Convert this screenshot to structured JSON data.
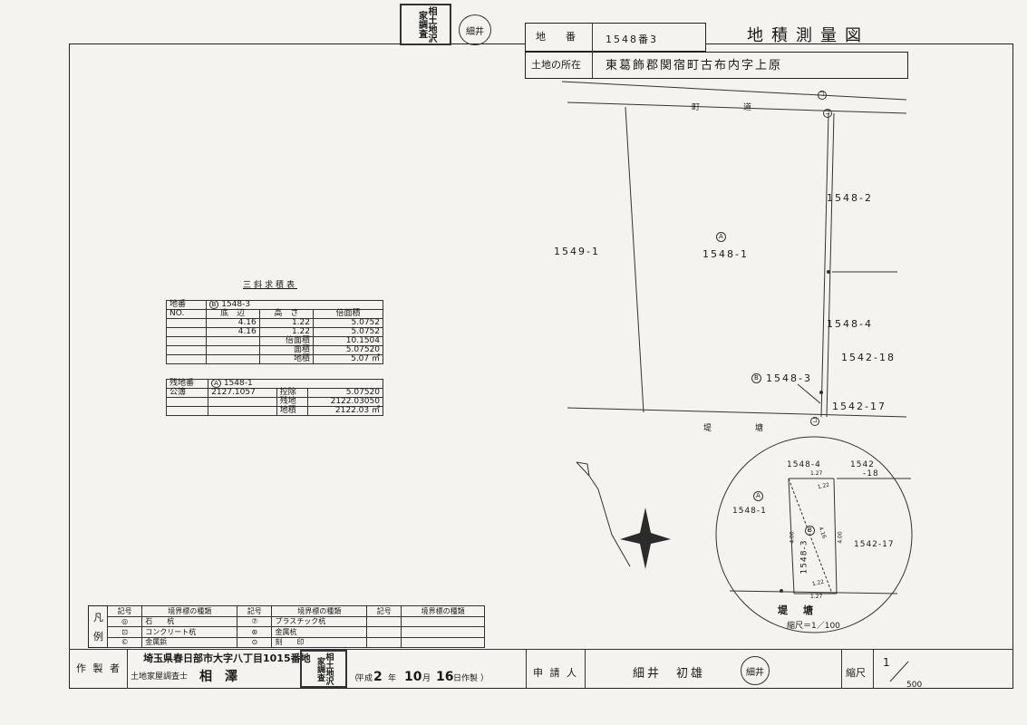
{
  "header": {
    "lot_label": "地　　番",
    "lot_value": "1548番3",
    "title": "地積測量図",
    "location_label": "土地の所在",
    "location_value": "東葛飾郡関宿町古布内字上原"
  },
  "seals": {
    "top_stamp": "相土地沢家調査",
    "top_circle": "細井",
    "applicant_circle": "細井",
    "footer_stamp": "相土地沢家調査"
  },
  "calc_table": {
    "title": "三斜求積表",
    "lot_label": "地番",
    "lot_mark": "B",
    "lot_value": "1548-3",
    "headers": [
      "NO.",
      "底　辺",
      "高　さ",
      "倍面積"
    ],
    "rows": [
      [
        "",
        "4.16",
        "1.22",
        "5.0752"
      ],
      [
        "",
        "4.16",
        "1.22",
        "5.0752"
      ]
    ],
    "double_area_label": "倍面積",
    "double_area_value": "10.1504",
    "area_label": "面積",
    "area_value": "5.07520",
    "chiseki_label": "地積",
    "chiseki_value": "5.07 ㎡"
  },
  "remain_table": {
    "lot_label": "残地番",
    "lot_mark": "A",
    "lot_value": "1548-1",
    "public_label": "公簿",
    "public_value": "2127.1057",
    "deduct_label": "控除",
    "deduct_value": "5.07520",
    "remain_label": "残地",
    "remain_value": "2122.03050",
    "chiseki_label": "地積",
    "chiseki_value": "2122.03 ㎡"
  },
  "map": {
    "road_label": "町　　道",
    "embank_label": "堤　　塘",
    "lot_1549_1": "1549-1",
    "lot_a_mark": "A",
    "lot_1548_1": "1548-1",
    "lot_1548_2": "1548-2",
    "lot_1548_4": "1548-4",
    "lot_1542_18": "1542-18",
    "lot_b_mark": "B",
    "lot_1548_3": "1548-3",
    "lot_1542_17": "1542-17",
    "marker": "コ"
  },
  "detail": {
    "lot_1548_4": "1548-4",
    "lot_1542_18a": "1542",
    "lot_1542_18b": "-18",
    "lot_a_mark": "A",
    "lot_1548_1": "1548-1",
    "lot_1548_3": "1548-3",
    "lot_b_mark": "B",
    "lot_1542_17": "1542-17",
    "dim_top": "1.27",
    "dim_bottom": "1.27",
    "dim_diag1": "1.22",
    "dim_diag2": "1.22",
    "dim_left": "4.00",
    "dim_right": "4.00",
    "dim_center": "4.16",
    "embank_label": "堤　塘",
    "scale": "縮尺＝1／100"
  },
  "legend": {
    "side_label1": "凡",
    "side_label2": "例",
    "headers": [
      "記号",
      "境界標の種類",
      "記号",
      "境界標の種類",
      "記号",
      "境界標の種類"
    ],
    "rows": [
      [
        "◎",
        "石　　杭",
        "⑦",
        "プラスチック杭"
      ],
      [
        "⊡",
        "コンクリート杭",
        "⊛",
        "金属杭"
      ],
      [
        "©",
        "金属鋲",
        "⊙",
        "刻　　印"
      ]
    ]
  },
  "footer": {
    "maker_label": "作 製 者",
    "address": "埼玉県春日部市大字八丁目1015番地",
    "surveyor_title": "土地家屋調査士",
    "surveyor_name": "相　澤",
    "date_prefix": "平成",
    "date_year": "2",
    "year_label": "年",
    "date_month": "10",
    "month_label": "月",
    "date_day": "16",
    "date_suffix": "日作製",
    "applicant_label": "申 請 人",
    "applicant_name": "細井　初雄",
    "scale_label": "縮尺",
    "scale_num": "1",
    "scale_den": "500"
  }
}
